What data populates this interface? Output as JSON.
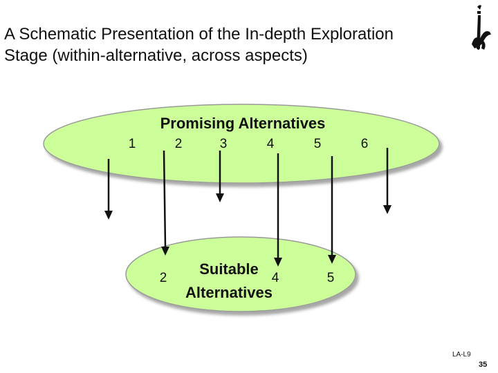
{
  "slide": {
    "title_lines": [
      "A Schematic Presentation of the In-depth Exploration",
      "Stage (within-alternative, across aspects)"
    ],
    "code": "LA-L9",
    "number": "35"
  },
  "diagram": {
    "top_ellipse": {
      "label": "Promising Alternatives",
      "fill": "#ccff99",
      "stroke": "#999999",
      "items": [
        "1",
        "2",
        "3",
        "4",
        "5",
        "6"
      ]
    },
    "bottom_ellipse": {
      "label_line1": "Suitable",
      "label_line2": "Alternatives",
      "fill": "#ccff99",
      "stroke": "#999999",
      "items": [
        "2",
        "4",
        "5"
      ]
    },
    "arrow_color": "#111111"
  }
}
